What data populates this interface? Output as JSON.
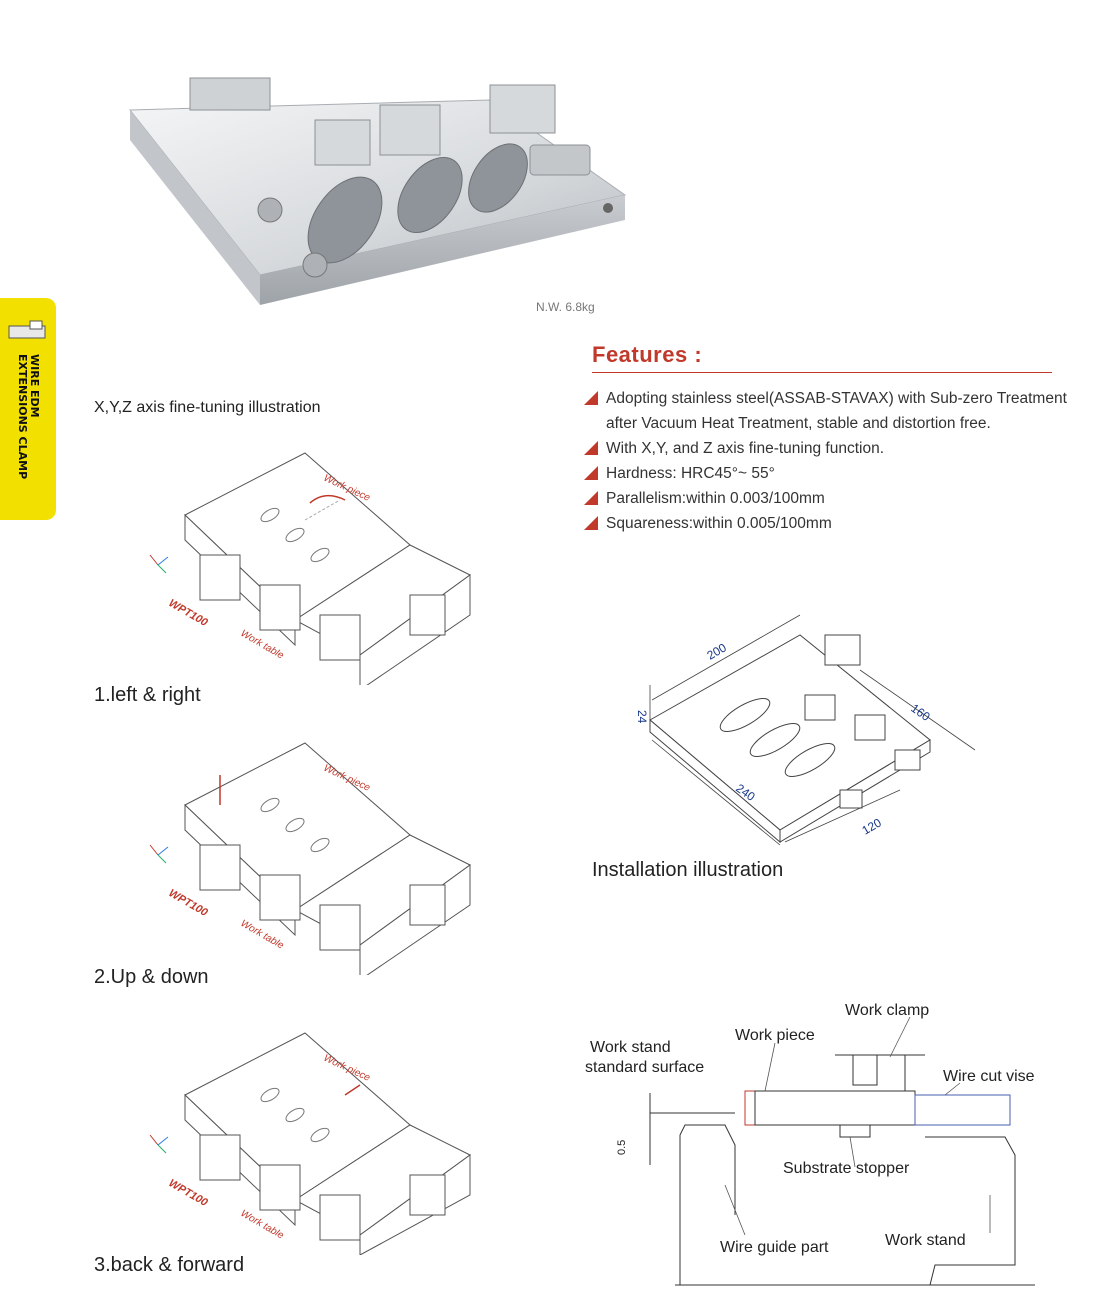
{
  "side_tab": {
    "label_line1": "WIRE EDM",
    "label_line2": "EXTENSIONS CLAMP"
  },
  "product": {
    "net_weight": "N.W. 6.8kg"
  },
  "fine_tuning": {
    "heading": "X,Y,Z axis fine-tuning illustration",
    "steps": [
      "1.left & right",
      "2.Up & down",
      "3.back & forward"
    ],
    "labels": {
      "work_piece": "Work piece",
      "model": "WPT100",
      "work_table": "Work table"
    }
  },
  "features": {
    "title": "Features :",
    "items": [
      "Adopting stainless steel(ASSAB-STAVAX) with Sub-zero Treatment after Vacuum Heat Treatment, stable and distortion free.",
      "With X,Y, and Z axis fine-tuning function.",
      "Hardness: HRC45°~ 55°",
      "Parallelism:within 0.003/100mm",
      "Squareness:within 0.005/100mm"
    ]
  },
  "installation": {
    "caption": "Installation illustration",
    "dimensions": {
      "length": "200",
      "height": "24",
      "width": "160",
      "base_length": "240",
      "base_width": "120"
    }
  },
  "cross_section": {
    "work_clamp": "Work clamp",
    "work_piece": "Work piece",
    "work_stand_surface_1": "Work stand",
    "work_stand_surface_2": "standard surface",
    "wire_cut_vise": "Wire cut vise",
    "gap": "0.5",
    "substrate_stopper": "Substrate stopper",
    "wire_guide_part": "Wire guide part",
    "work_stand": "Work stand"
  },
  "colors": {
    "accent": "#c0392b",
    "tab": "#f2e100"
  }
}
